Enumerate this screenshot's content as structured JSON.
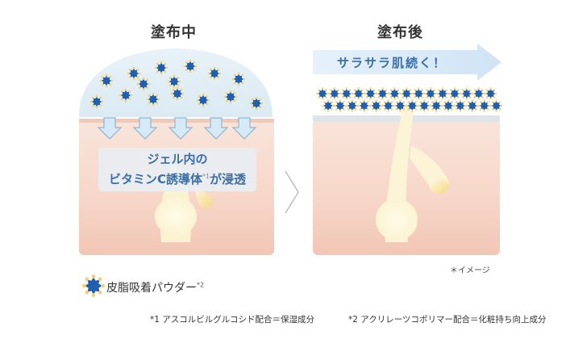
{
  "left_panel": {
    "title": "塗布中",
    "caption_line1": "ジェル内の",
    "caption_line2": "ビタミンC誘導体",
    "caption_ref": "*1",
    "caption_line2_end": "が浸透"
  },
  "right_panel": {
    "title": "塗布後",
    "arrow_label": "サラサラ肌続く！",
    "image_note": "＊イメージ"
  },
  "legend": {
    "label": "皮脂吸着パウダー",
    "ref": "*2"
  },
  "footnotes": {
    "note1": "*1 アスコルビルグルコシド配合＝保湿成分",
    "note2": "*2 アクリレーツコポリマー配合＝化粧持ち向上成分"
  },
  "colors": {
    "skin_top": "#f9e1d6",
    "skin_bottom": "#f3c8b8",
    "skin_edge": "#ecc3b2",
    "dermis_band": "#f0c2b2",
    "gel_dome": "#e2eef5",
    "powder_blue": "#1f5fae",
    "powder_dot": "#f0d27a",
    "arrow_fill": "#d6e9f7",
    "arrow_stroke": "#8fb3d3",
    "text_blue": "#3a6fa8",
    "hair": "#fbf6dc"
  }
}
